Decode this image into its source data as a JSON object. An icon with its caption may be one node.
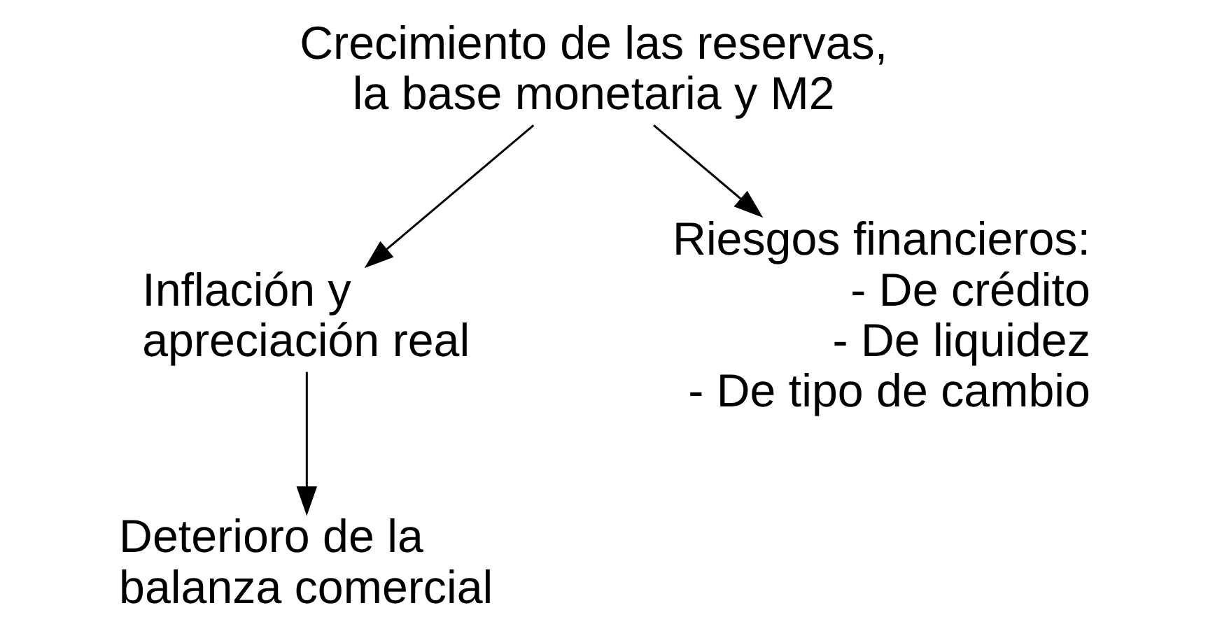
{
  "diagram": {
    "nodes": [
      {
        "text": [
          "Crecimiento de las reservas, la base monetaria y M2"
        ]
      },
      {
        "text": [
          "Inflación y apreciación real"
        ]
      },
      {
        "text": [
          "Riesgos financieros:",
          "- De crédito",
          "- De liquidez",
          "- De tipo de cambio"
        ]
      },
      {
        "text": [
          "Deterioro de la balanza comercial"
        ]
      }
    ],
    "edges": [
      {
        "from": 0,
        "to": 1,
        "arrow": "to"
      },
      {
        "from": 0,
        "to": 2,
        "arrow": "to"
      },
      {
        "from": 1,
        "to": 3,
        "arrow": "to"
      }
    ]
  }
}
